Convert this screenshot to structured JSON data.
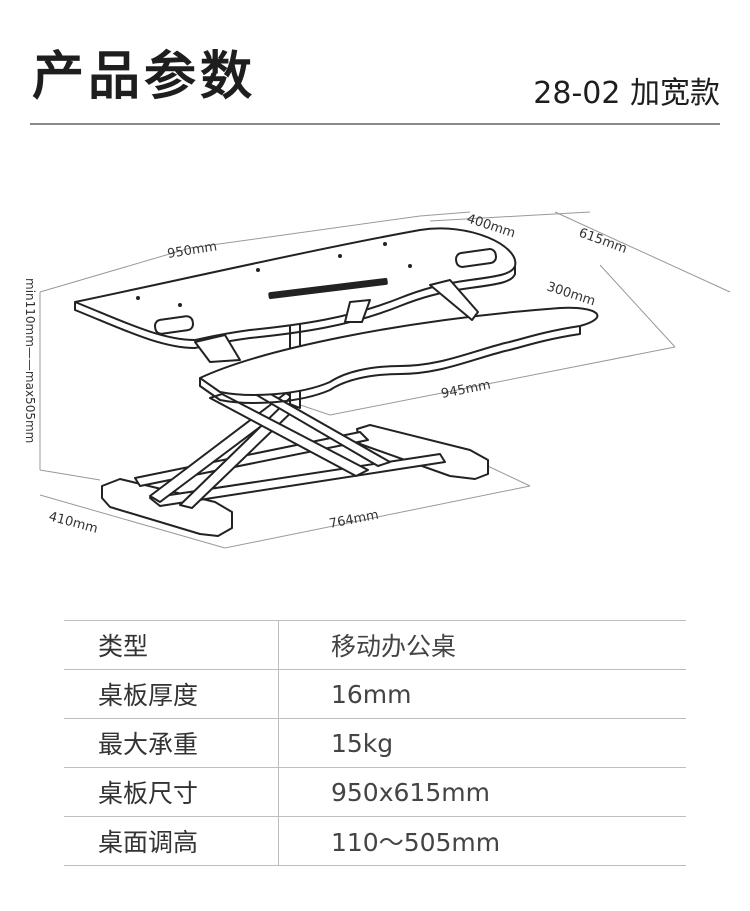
{
  "header": {
    "title": "产品参数",
    "model": "28-02 加宽款"
  },
  "dimensions": {
    "top_width": "950mm",
    "top_depth": "400mm",
    "total_depth": "615mm",
    "tray_depth": "300mm",
    "tray_width": "945mm",
    "base_width": "764mm",
    "base_depth": "410mm",
    "height_range": "min110mm——max505mm"
  },
  "specs": [
    {
      "label": "类型",
      "value": "移动办公桌"
    },
    {
      "label": "桌板厚度",
      "value": "16mm"
    },
    {
      "label": "最大承重",
      "value": "15kg"
    },
    {
      "label": "桌板尺寸",
      "value": "950x615mm"
    },
    {
      "label": "桌面调高",
      "value": "110～505mm"
    }
  ]
}
